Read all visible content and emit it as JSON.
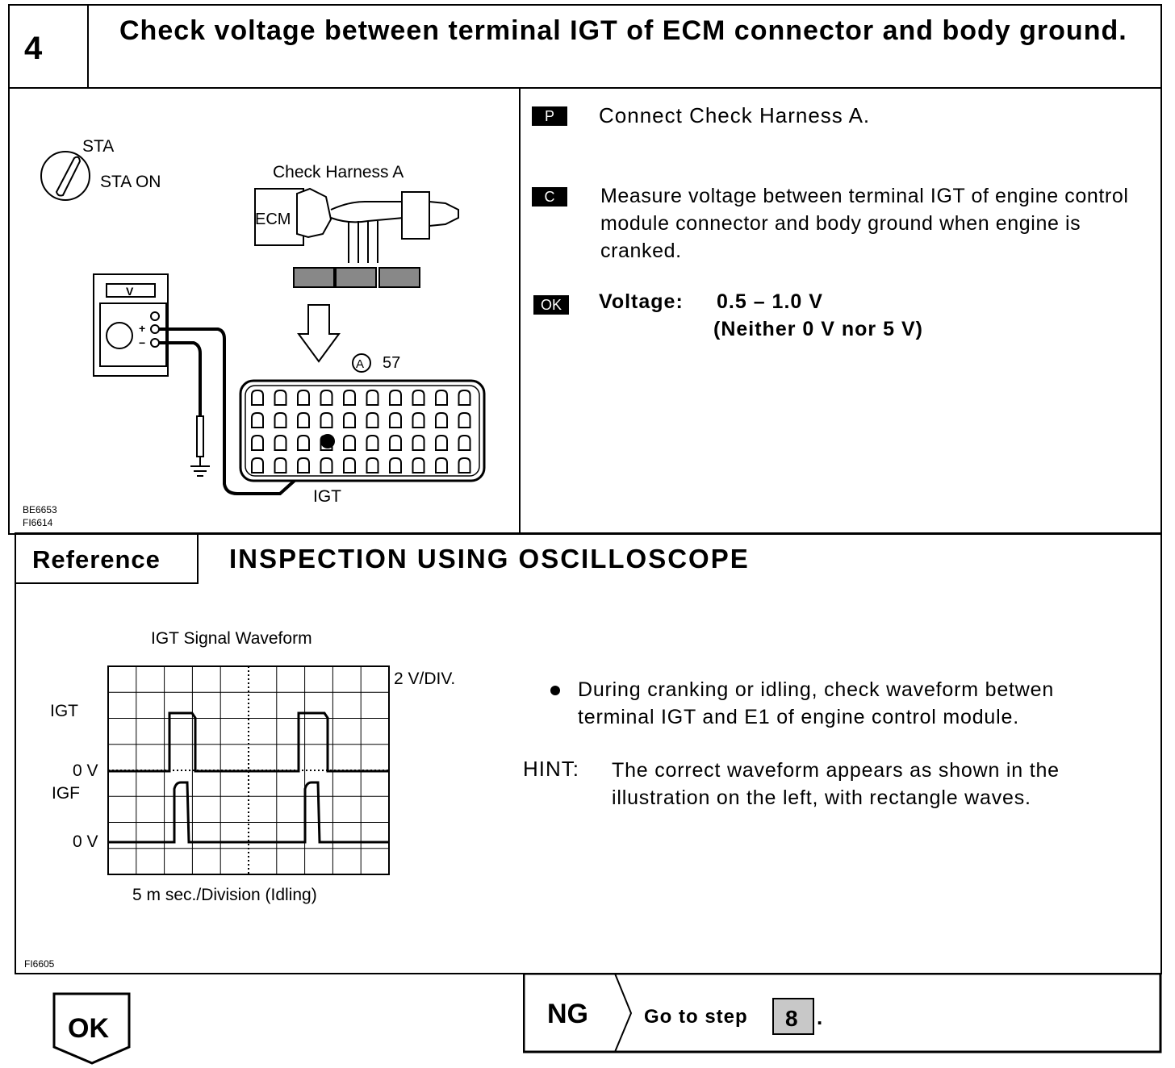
{
  "step": {
    "number": "4",
    "title": "Check voltage between terminal IGT of ECM connector and body ground."
  },
  "diagram1": {
    "sta": "STA",
    "sta_on": "STA ON",
    "harness_label": "Check Harness A",
    "ecm_label": "ECM",
    "meter_label": "V",
    "plus": "+",
    "minus": "−",
    "connector_ref": "57",
    "connector_circle": "A",
    "igt_label": "IGT",
    "codes": [
      "BE6653",
      "FI6614"
    ]
  },
  "instructions": {
    "p_tag": "P",
    "p_text": "Connect Check Harness A.",
    "c_tag": "C",
    "c_text": "Measure voltage between terminal IGT of engine control module connector and body ground when engine is cranked.",
    "ok_tag": "OK",
    "voltage_label": "Voltage:",
    "voltage_value": "0.5 – 1.0 V",
    "voltage_note": "(Neither 0 V nor 5 V)"
  },
  "reference": {
    "label": "Reference",
    "title": "INSPECTION USING OSCILLOSCOPE",
    "waveform_title": "IGT Signal Waveform",
    "scale": "2 V/DIV.",
    "igt": "IGT",
    "igf": "IGF",
    "zero_v_1": "0 V",
    "zero_v_2": "0 V",
    "time_base": "5 m sec./Division (Idling)",
    "code": "FI6605",
    "bullet": "During cranking or idling, check waveform betwen terminal IGT and E1 of engine control module.",
    "hint_label": "HINT:",
    "hint_text": "The correct waveform appears as shown in the illustration on the left, with rectangle waves."
  },
  "footer": {
    "ok": "OK",
    "ng": "NG",
    "goto": "Go to step",
    "goto_step": "8",
    "period": "."
  }
}
